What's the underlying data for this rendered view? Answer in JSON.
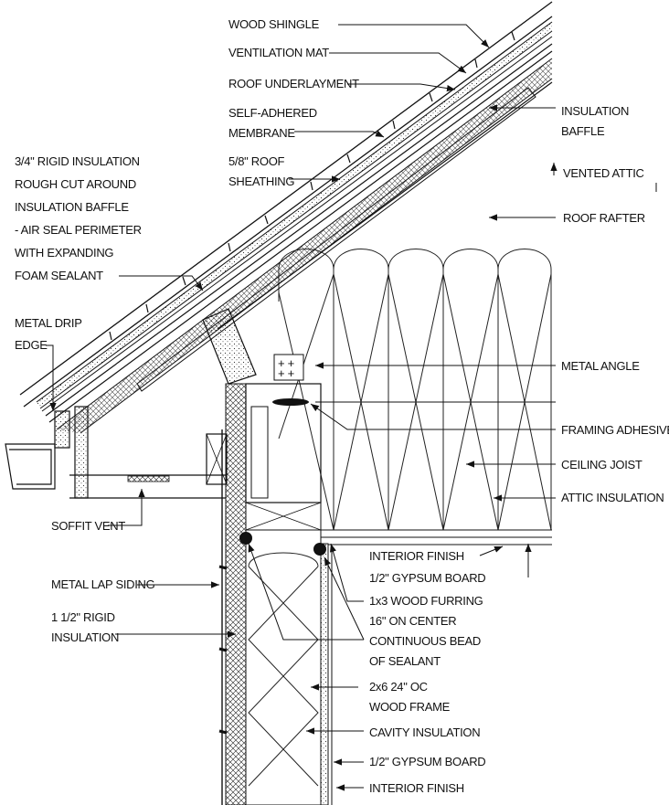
{
  "labels": {
    "wood_shingle": "WOOD SHINGLE",
    "ventilation_mat": "VENTILATION MAT",
    "roof_underlayment": "ROOF UNDERLAYMENT",
    "self_adhered_1": "SELF-ADHERED",
    "self_adhered_2": "MEMBRANE",
    "insulation_baffle_1": "INSULATION",
    "insulation_baffle_2": "BAFFLE",
    "sheathing_1": "5/8\" ROOF",
    "sheathing_2": "SHEATHING",
    "vented_attic": "VENTED ATTIC",
    "rigid_1": "3/4\" RIGID INSULATION",
    "rigid_2": "ROUGH CUT AROUND",
    "rigid_3": "INSULATION BAFFLE",
    "rigid_4": "- AIR SEAL PERIMETER",
    "rigid_5": "WITH EXPANDING",
    "rigid_6": "FOAM SEALANT",
    "roof_rafter": "ROOF RAFTER",
    "drip_edge_1": "METAL DRIP",
    "drip_edge_2": "EDGE",
    "metal_angle": "METAL ANGLE",
    "framing_adhesive": "FRAMING ADHESIVE",
    "ceiling_joist": "CEILING JOIST",
    "attic_insulation": "ATTIC INSULATION",
    "soffit_vent": "SOFFIT VENT",
    "interior_finish_top": "INTERIOR FINISH",
    "gypsum_top": "1/2\" GYPSUM BOARD",
    "metal_lap_siding": "METAL LAP SIDING",
    "furring_1": "1x3 WOOD FURRING",
    "furring_2": "16\" ON CENTER",
    "rigid15_1": "1 1/2\" RIGID",
    "rigid15_2": "INSULATION",
    "sealant_1": "CONTINUOUS BEAD",
    "sealant_2": "OF SEALANT",
    "frame_1": "2x6 24\" OC",
    "frame_2": "WOOD FRAME",
    "cavity_insulation": "CAVITY INSULATION",
    "gypsum_bottom": "1/2\" GYPSUM BOARD",
    "interior_finish_bottom": "INTERIOR FINISH"
  }
}
